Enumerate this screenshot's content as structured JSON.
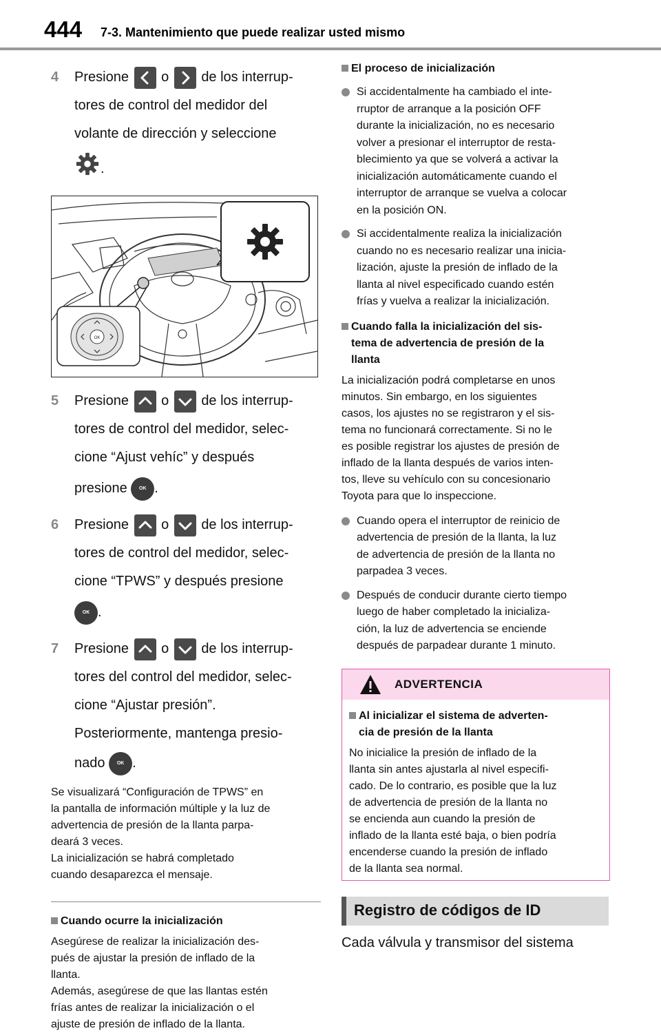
{
  "header": {
    "page_number": "444",
    "section_title": "7-3. Mantenimiento que puede realizar usted mismo"
  },
  "steps": [
    {
      "num": "4",
      "lines": [
        "Presione",
        "o",
        "de los interrup-",
        "tores de control del medidor del",
        "volante de dirección y seleccione",
        "."
      ]
    },
    {
      "num": "5",
      "lines": [
        "Presione",
        "o",
        "de los interrup-",
        "tores de control del medidor, selec-",
        "cione “Ajust vehíc” y después",
        "presione",
        "."
      ]
    },
    {
      "num": "6",
      "lines": [
        "Presione",
        "o",
        "de los interrup-",
        "tores de control del medidor, selec-",
        "cione “TPWS” y después presione",
        "."
      ]
    },
    {
      "num": "7",
      "lines": [
        "Presione",
        "o",
        "de los interrup-",
        "tores del control del medidor, selec-",
        "cione “Ajustar presión”.",
        "Posteriormente, mantenga presio-",
        "nado",
        "."
      ]
    }
  ],
  "ok_label": "OK",
  "step7_note": [
    "Se visualizará “Configuración de TPWS” en",
    "la pantalla de información múltiple y la luz de",
    "advertencia de presión de la llanta parpa-",
    "deará 3 veces.",
    "La inicialización se habrá completado",
    "cuando desaparezca el mensaje."
  ],
  "left_section": {
    "heading": "Cuando ocurre la inicialización",
    "text": [
      "Asegúrese de realizar la inicialización des-",
      "pués de ajustar la presión de inflado de la",
      "llanta.",
      "Además, asegúrese de que las llantas estén",
      "frías antes de realizar la inicialización o el",
      "ajuste de presión de inflado de la llanta."
    ]
  },
  "right_column": {
    "heading1": "El proceso de inicialización",
    "bullets1": [
      [
        "Si accidentalmente ha cambiado el inte-",
        "rruptor de arranque a la posición OFF",
        "durante la inicialización, no es necesario",
        "volver a presionar el interruptor de resta-",
        "blecimiento ya que se volverá a activar la",
        "inicialización automáticamente cuando el",
        "interruptor de arranque se vuelva a colocar",
        "en la posición ON."
      ],
      [
        "Si accidentalmente realiza la inicialización",
        "cuando no es necesario realizar una inicia-",
        "lización, ajuste la presión de inflado de la",
        "llanta al nivel especificado cuando estén",
        "frías y vuelva a realizar la inicialización."
      ]
    ],
    "heading2_lines": [
      "Cuando falla la inicialización del sis-",
      "tema de advertencia de presión de la",
      "llanta"
    ],
    "para2": [
      "La inicialización podrá completarse en unos",
      "minutos. Sin embargo, en los siguientes",
      "casos, los ajustes no se registraron y el sis-",
      "tema no funcionará correctamente. Si no le",
      "es posible registrar los ajustes de presión de",
      "inflado de la llanta después de varios inten-",
      "tos, lleve su vehículo con su concesionario",
      "Toyota para que lo inspeccione."
    ],
    "bullets2": [
      [
        "Cuando opera el interruptor de reinicio de",
        "advertencia de presión de la llanta, la luz",
        "de advertencia de presión de la llanta no",
        "parpadea 3 veces."
      ],
      [
        "Después de conducir durante cierto tiempo",
        "luego de haber completado la inicializa-",
        "ción, la luz de advertencia se enciende",
        "después de parpadear durante 1 minuto."
      ]
    ]
  },
  "warning": {
    "title": "ADVERTENCIA",
    "heading_lines": [
      "Al inicializar el sistema de adverten-",
      "cia de presión de la llanta"
    ],
    "text": [
      "No inicialice la presión de inflado de la",
      "llanta sin antes ajustarla al nivel especifi-",
      "cado. De lo contrario, es posible que la luz",
      "de advertencia de presión de la llanta no",
      "se encienda aun cuando la presión de",
      "inflado de la llanta esté baja, o bien podría",
      "encenderse cuando la presión de inflado",
      "de la llanta sea normal."
    ]
  },
  "registro": {
    "title": "Registro de códigos de ID",
    "first_line": "Cada válvula y transmisor del sistema"
  },
  "icons": {
    "left": "chevron-left-icon",
    "right": "chevron-right-icon",
    "up": "chevron-up-icon",
    "down": "chevron-down-icon",
    "gear": "gear-icon",
    "ok": "ok-button-icon",
    "warning": "warning-triangle-icon"
  },
  "colors": {
    "warning_border": "#e05aa8",
    "warning_header": "#fbd8ec",
    "banner_bg": "#dadada",
    "icon_box": "#4a4a4a"
  }
}
